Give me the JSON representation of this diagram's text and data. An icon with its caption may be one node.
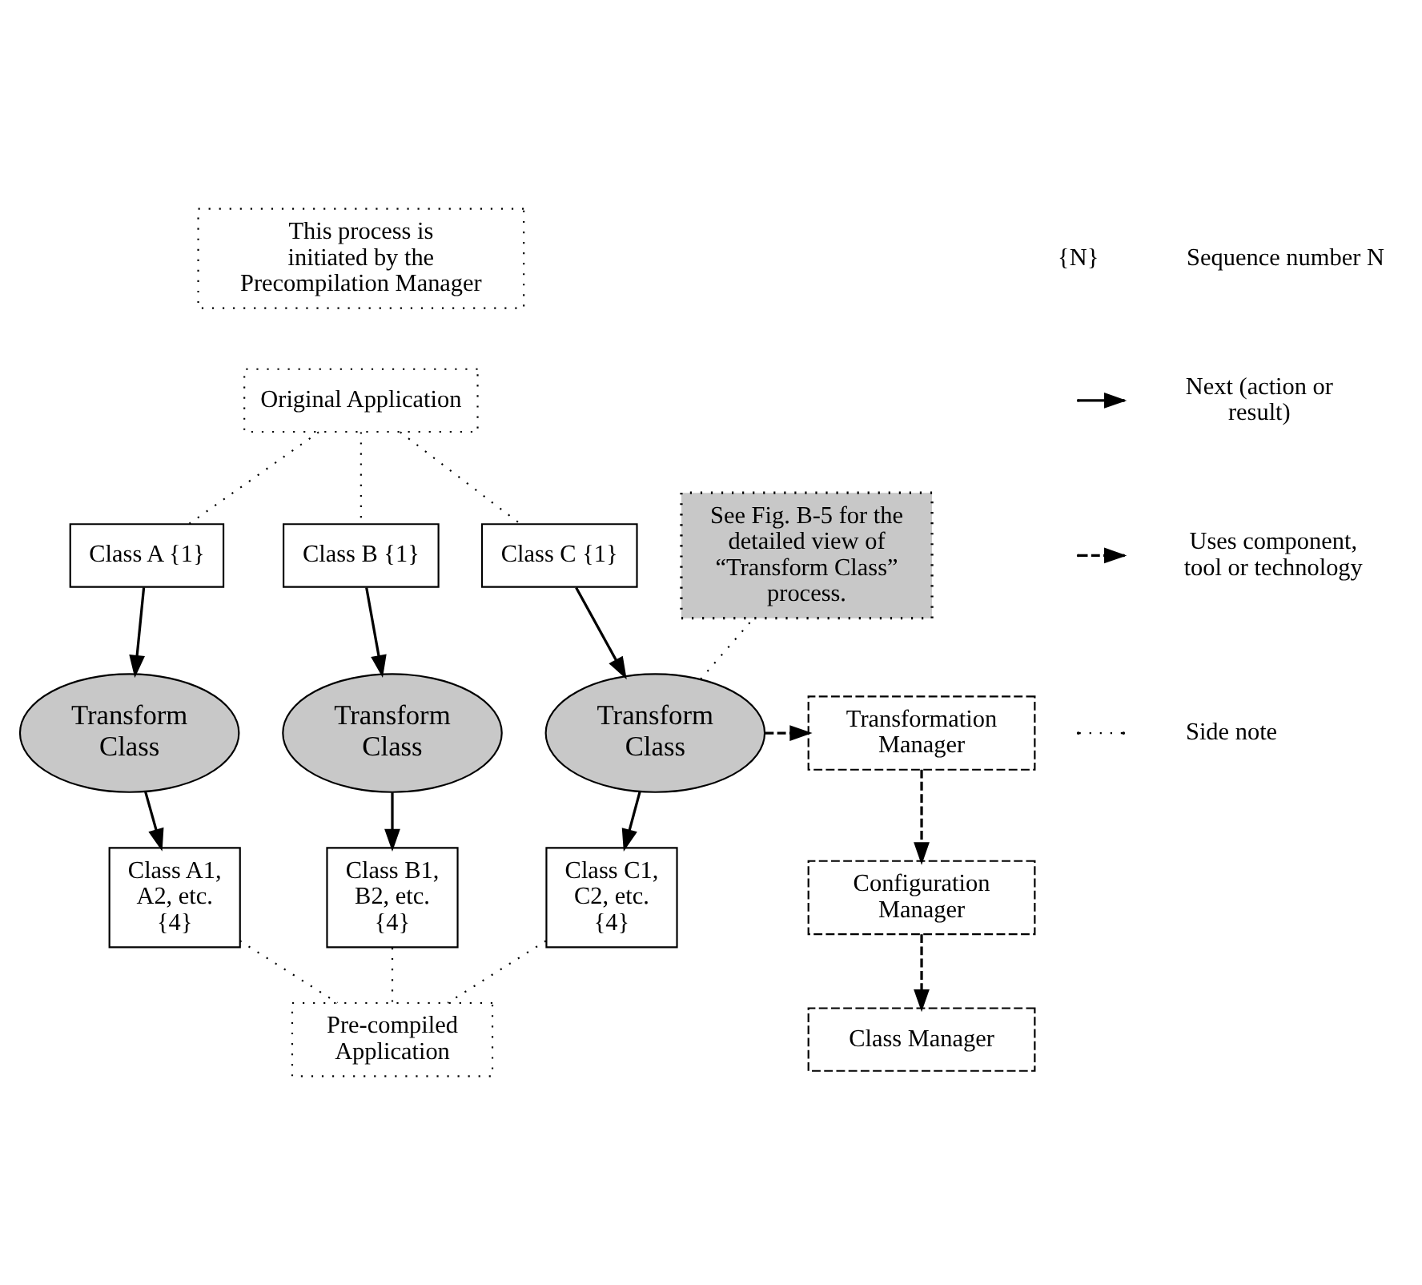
{
  "diagram": {
    "nodes": [
      {
        "text": [
          "This process is initiated by the Precompilation Manager"
        ]
      },
      {
        "text": [
          "Original Application"
        ]
      },
      {
        "text": [
          "Class A {1}"
        ]
      },
      {
        "text": [
          "Class B {1}"
        ]
      },
      {
        "text": [
          "Class C {1}"
        ]
      },
      {
        "text": [
          "See Fig. B-5 for the detailed view of “Transform Class” process."
        ]
      },
      {
        "text": [
          "Transform Class"
        ]
      },
      {
        "text": [
          "Transform Class"
        ]
      },
      {
        "text": [
          "Transform Class"
        ]
      },
      {
        "text": [
          "Transformation Manager"
        ]
      },
      {
        "text": [
          "Class A1, A2, etc. {4}"
        ]
      },
      {
        "text": [
          "Class B1, B2, etc. {4}"
        ]
      },
      {
        "text": [
          "Class C1, C2, etc. {4}"
        ]
      },
      {
        "text": [
          "Configuration Manager"
        ]
      },
      {
        "text": [
          "Pre-compiled Application"
        ]
      },
      {
        "text": [
          "Class Manager"
        ]
      }
    ],
    "edges": [
      {
        "from": 1,
        "to": 2,
        "arrow": "none",
        "style": "dashed"
      },
      {
        "from": 1,
        "to": 3,
        "arrow": "none",
        "style": "dashed"
      },
      {
        "from": 1,
        "to": 4,
        "arrow": "none",
        "style": "dashed"
      },
      {
        "from": 2,
        "to": 6,
        "arrow": "to"
      },
      {
        "from": 3,
        "to": 7,
        "arrow": "to"
      },
      {
        "from": 4,
        "to": 8,
        "arrow": "to"
      },
      {
        "from": 8,
        "to": 5,
        "arrow": "none",
        "style": "dashed"
      },
      {
        "from": 6,
        "to": 10,
        "arrow": "to"
      },
      {
        "from": 7,
        "to": 11,
        "arrow": "to"
      },
      {
        "from": 8,
        "to": 12,
        "arrow": "to"
      },
      {
        "from": 8,
        "to": 9,
        "arrow": "to",
        "style": "dashed"
      },
      {
        "from": 9,
        "to": 13,
        "arrow": "to",
        "style": "dashed"
      },
      {
        "from": 13,
        "to": 15,
        "arrow": "to",
        "style": "dashed"
      },
      {
        "from": 10,
        "to": 14,
        "arrow": "none",
        "style": "dashed"
      },
      {
        "from": 11,
        "to": 14,
        "arrow": "none",
        "style": "dashed"
      },
      {
        "from": 12,
        "to": 14,
        "arrow": "none",
        "style": "dashed"
      }
    ],
    "labels": [
      "{N}"
    ],
    "legend": [
      {
        "text": "Sequence number N"
      },
      {
        "text": "Next (action or result)"
      },
      {
        "text": "Uses component, tool or technology"
      },
      {
        "text": "Side note"
      }
    ]
  }
}
